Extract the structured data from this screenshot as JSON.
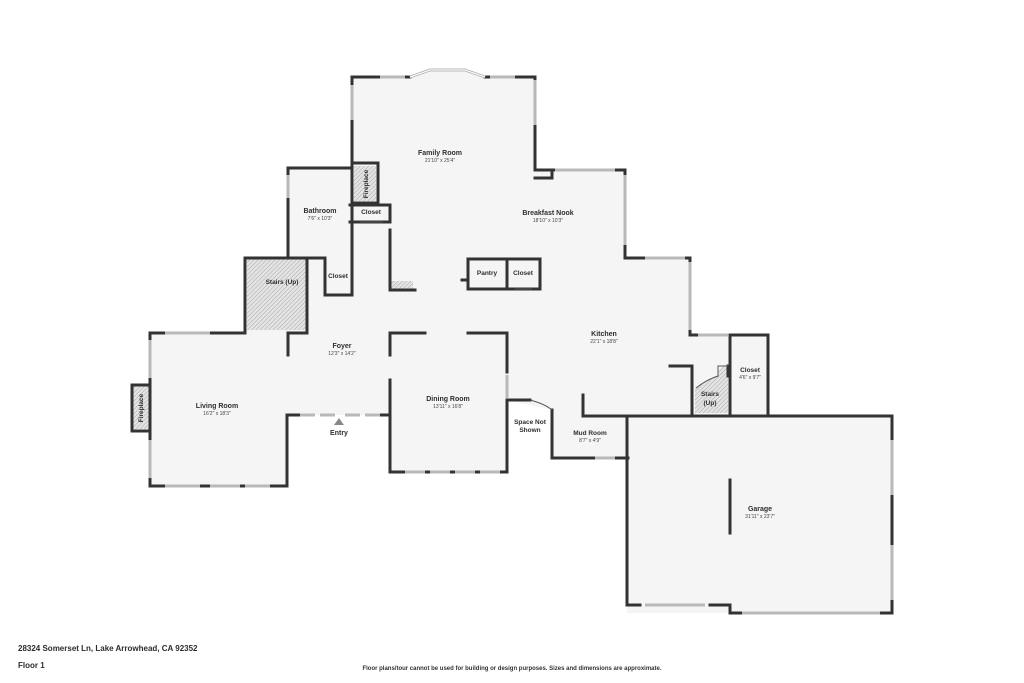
{
  "address": "28324 Somerset Ln, Lake Arrowhead, CA 92352",
  "floor": "Floor 1",
  "disclaimer": "Floor plans/tour cannot be used for building or design purposes. Sizes and dimensions are approximate.",
  "rooms": {
    "family_room": {
      "name": "Family Room",
      "dims": "21'10\" x 25'4\""
    },
    "breakfast_nook": {
      "name": "Breakfast Nook",
      "dims": "18'10\" x 10'3\""
    },
    "bathroom": {
      "name": "Bathroom",
      "dims": "7'6\" x 10'3\""
    },
    "bath_closet": {
      "name": "Closet"
    },
    "fireplace_top": {
      "name": "Fireplace"
    },
    "stairs_left": {
      "name": "Stairs (Up)"
    },
    "stairs_closet": {
      "name": "Closet"
    },
    "pantry": {
      "name": "Pantry"
    },
    "pantry_closet": {
      "name": "Closet"
    },
    "kitchen": {
      "name": "Kitchen",
      "dims": "22'1\" x 18'8\""
    },
    "foyer": {
      "name": "Foyer",
      "dims": "12'3\" x 14'2\""
    },
    "living_room": {
      "name": "Living Room",
      "dims": "16'2\" x 18'3\""
    },
    "fireplace_left": {
      "name": "Fireplace"
    },
    "entry": {
      "name": "Entry"
    },
    "dining_room": {
      "name": "Dining Room",
      "dims": "13'11\" x 16'8\""
    },
    "space_not_shown_1": {
      "name": "Space Not"
    },
    "space_not_shown_2": {
      "name": "Shown"
    },
    "mud_room": {
      "name": "Mud Room",
      "dims": "8'7\" x 4'9\""
    },
    "closet_right": {
      "name": "Closet",
      "dims": "4'6\" x 9'7\""
    },
    "stairs_right_1": {
      "name": "Stairs"
    },
    "stairs_right_2": {
      "name": "(Up)"
    },
    "garage": {
      "name": "Garage",
      "dims": "31'11\" x 23'7\""
    }
  }
}
